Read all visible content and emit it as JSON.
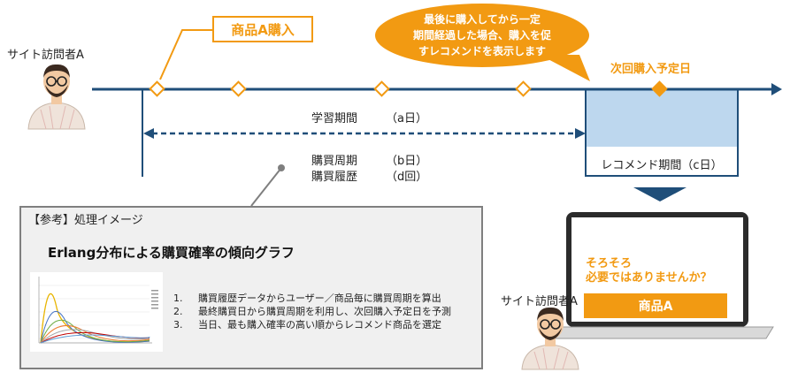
{
  "visitor_top": "サイト訪問者A",
  "visitor_bottom": "サイト訪問者A",
  "purchase_box": "商品A購入",
  "bubble_lines": [
    "最後に購入してから一定",
    "期間経過した場合、購入を促",
    "すレコメンドを表示します"
  ],
  "next_purchase_date": "次回購入予定日",
  "learning_period": {
    "label": "学習期間",
    "value": "（a日）"
  },
  "purchase_cycle": {
    "label": "購買周期",
    "value": "（b日）"
  },
  "purchase_history": {
    "label": "購買履歴",
    "value": "（d回）"
  },
  "recommend_period": "レコメンド期間（c日）",
  "reference": {
    "title": "【参考】処理イメージ",
    "graph_title": "Erlang分布による購買確率の傾向グラフ",
    "steps": [
      {
        "num": "1.",
        "text": "購買履歴データからユーザー／商品毎に購買周期を算出"
      },
      {
        "num": "2.",
        "text": "最終購買日から購買周期を利用し、次回購入予定日を予測"
      },
      {
        "num": "3.",
        "text": "当日、最も購入確率の高い順からレコメンド商品を選定"
      }
    ]
  },
  "screen": {
    "message_lines": [
      "そろそろ",
      "必要ではありませんか？"
    ],
    "product_button": "商品A"
  },
  "colors": {
    "timeline": "#1f4e79",
    "accent": "#f29a12",
    "recommend_fill": "#bdd7ee",
    "panel_border": "#7f7f7f"
  }
}
